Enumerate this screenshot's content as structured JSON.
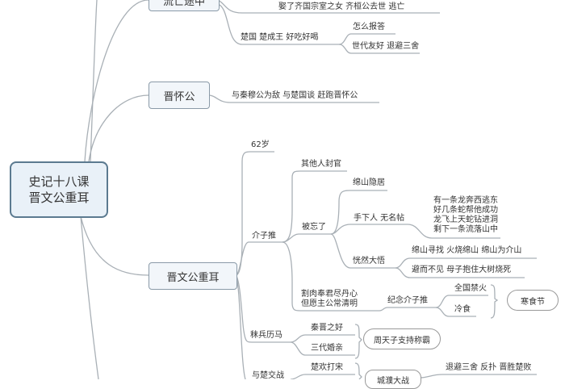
{
  "root": {
    "line1": "史记十八课",
    "line2": "晋文公重耳"
  },
  "branch_exile": {
    "label": "流亡途中",
    "qi": "娶了齐国宗室之女   齐桓公去世   逃亡",
    "chu": "楚国  楚成王  好吃好喝",
    "chu_children": [
      "怎么报答",
      "世代友好  退避三舍"
    ]
  },
  "branch_huaigong": {
    "label": "晋怀公",
    "detail": "与秦穆公为敌   与楚国谈   赶跑晋怀公"
  },
  "branch_wengong": {
    "label": "晋文公重耳",
    "age": "62岁",
    "jiezitui": {
      "label": "介子推",
      "others": "其他人封官",
      "forgotten": "被忘了",
      "hermit": "绵山隐居",
      "note": "手下人  无名帖",
      "poem": [
        "有一条龙奔西逃东",
        "好几条蛇帮他成功",
        "龙飞上天蛇钻进洞",
        "剩下一条流落山中"
      ],
      "realize": "恍然大悟",
      "realize_children": [
        "绵山寻找   火烧绵山  绵山为介山",
        "避而不见   母子抱住大树烧死"
      ],
      "loyalty": [
        "割肉奉君尽丹心",
        "但愿主公常清明"
      ],
      "memorial": "纪念介子推",
      "memorial_children": [
        "全国禁火",
        "冷食"
      ],
      "festival": "寒食节"
    },
    "army": {
      "label": "秣兵历马",
      "children": [
        "秦晋之好",
        "三代婚亲"
      ],
      "result": "周天子支持称霸"
    },
    "war": {
      "label": "与楚交战",
      "children": [
        "楚欢打宋"
      ],
      "battle": "城濮大战",
      "battle_detail": "退避三舍    反扑  晋胜楚败"
    }
  }
}
